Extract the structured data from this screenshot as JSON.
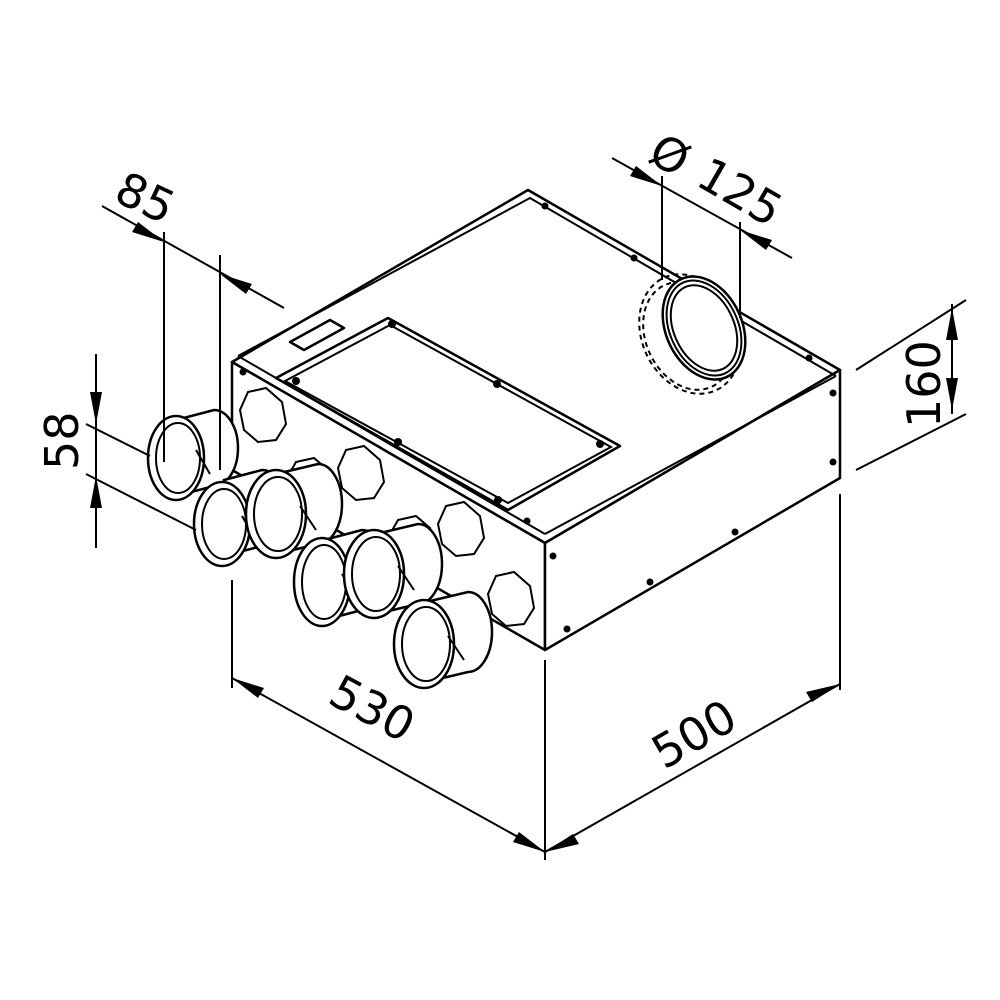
{
  "drawing": {
    "dimensions": {
      "spigot_spacing": "85",
      "spigot_height": "58",
      "main_diameter": "125",
      "diameter_symbol": "Ø",
      "box_height": "160",
      "box_length": "530",
      "box_width": "500"
    }
  }
}
